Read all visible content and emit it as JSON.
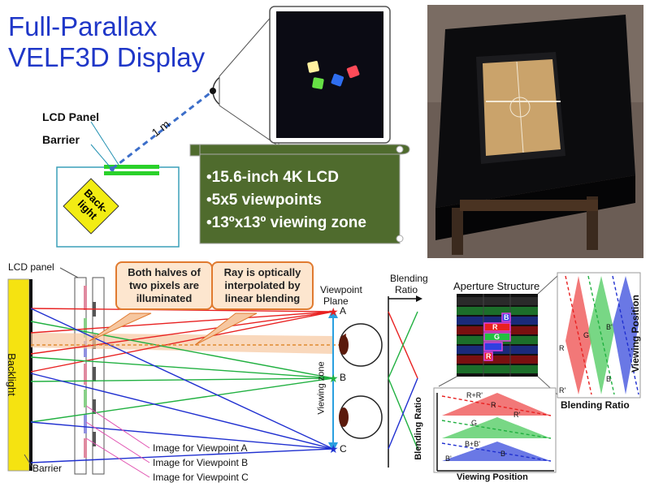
{
  "title": {
    "line1": "Full-Parallax",
    "line2": "VELF3D Display"
  },
  "specs": [
    "•15.6-inch 4K LCD",
    "•5x5 viewpoints",
    "•13ºx13º viewing zone"
  ],
  "top_diagram": {
    "lcd_panel": "LCD Panel",
    "barrier": "Barrier",
    "distance": "1 m",
    "backlight_1": "Back-",
    "backlight_2": "light"
  },
  "optics": {
    "lcd_panel": "LCD panel",
    "backlight": "Backlight",
    "barrier": "Barrier",
    "callout_1": "Both halves of two pixels are illuminated",
    "callout_2": "Ray is optically interpolated by linear blending",
    "viewpoint_plane_1": "Viewpoint",
    "viewpoint_plane_2": "Plane",
    "viewing_zone": "Viewing zone",
    "point_a": "A",
    "point_b": "B",
    "point_c": "C",
    "image_a": "Image for Viewpoint A",
    "image_b": "Image for Viewpoint B",
    "image_c": "Image for Viewpoint C",
    "blending_1": "Blending",
    "blending_2": "Ratio"
  },
  "aperture": {
    "title": "Aperture Structure",
    "blending_ratio": "Blending Ratio",
    "viewing_position": "Viewing Position",
    "cell_labels": {
      "b": "B",
      "g": "G",
      "r": "R"
    },
    "right_labels": {
      "r": "R",
      "r_prime": "R'",
      "g": "G",
      "b": "B",
      "b_prime": "B'"
    },
    "bottom_labels": {
      "r_rp": "R+R'",
      "r": "R",
      "r_prime": "R'",
      "g": "G",
      "b_bp": "B+B'",
      "b": "B",
      "b_prime": "B'"
    }
  }
}
